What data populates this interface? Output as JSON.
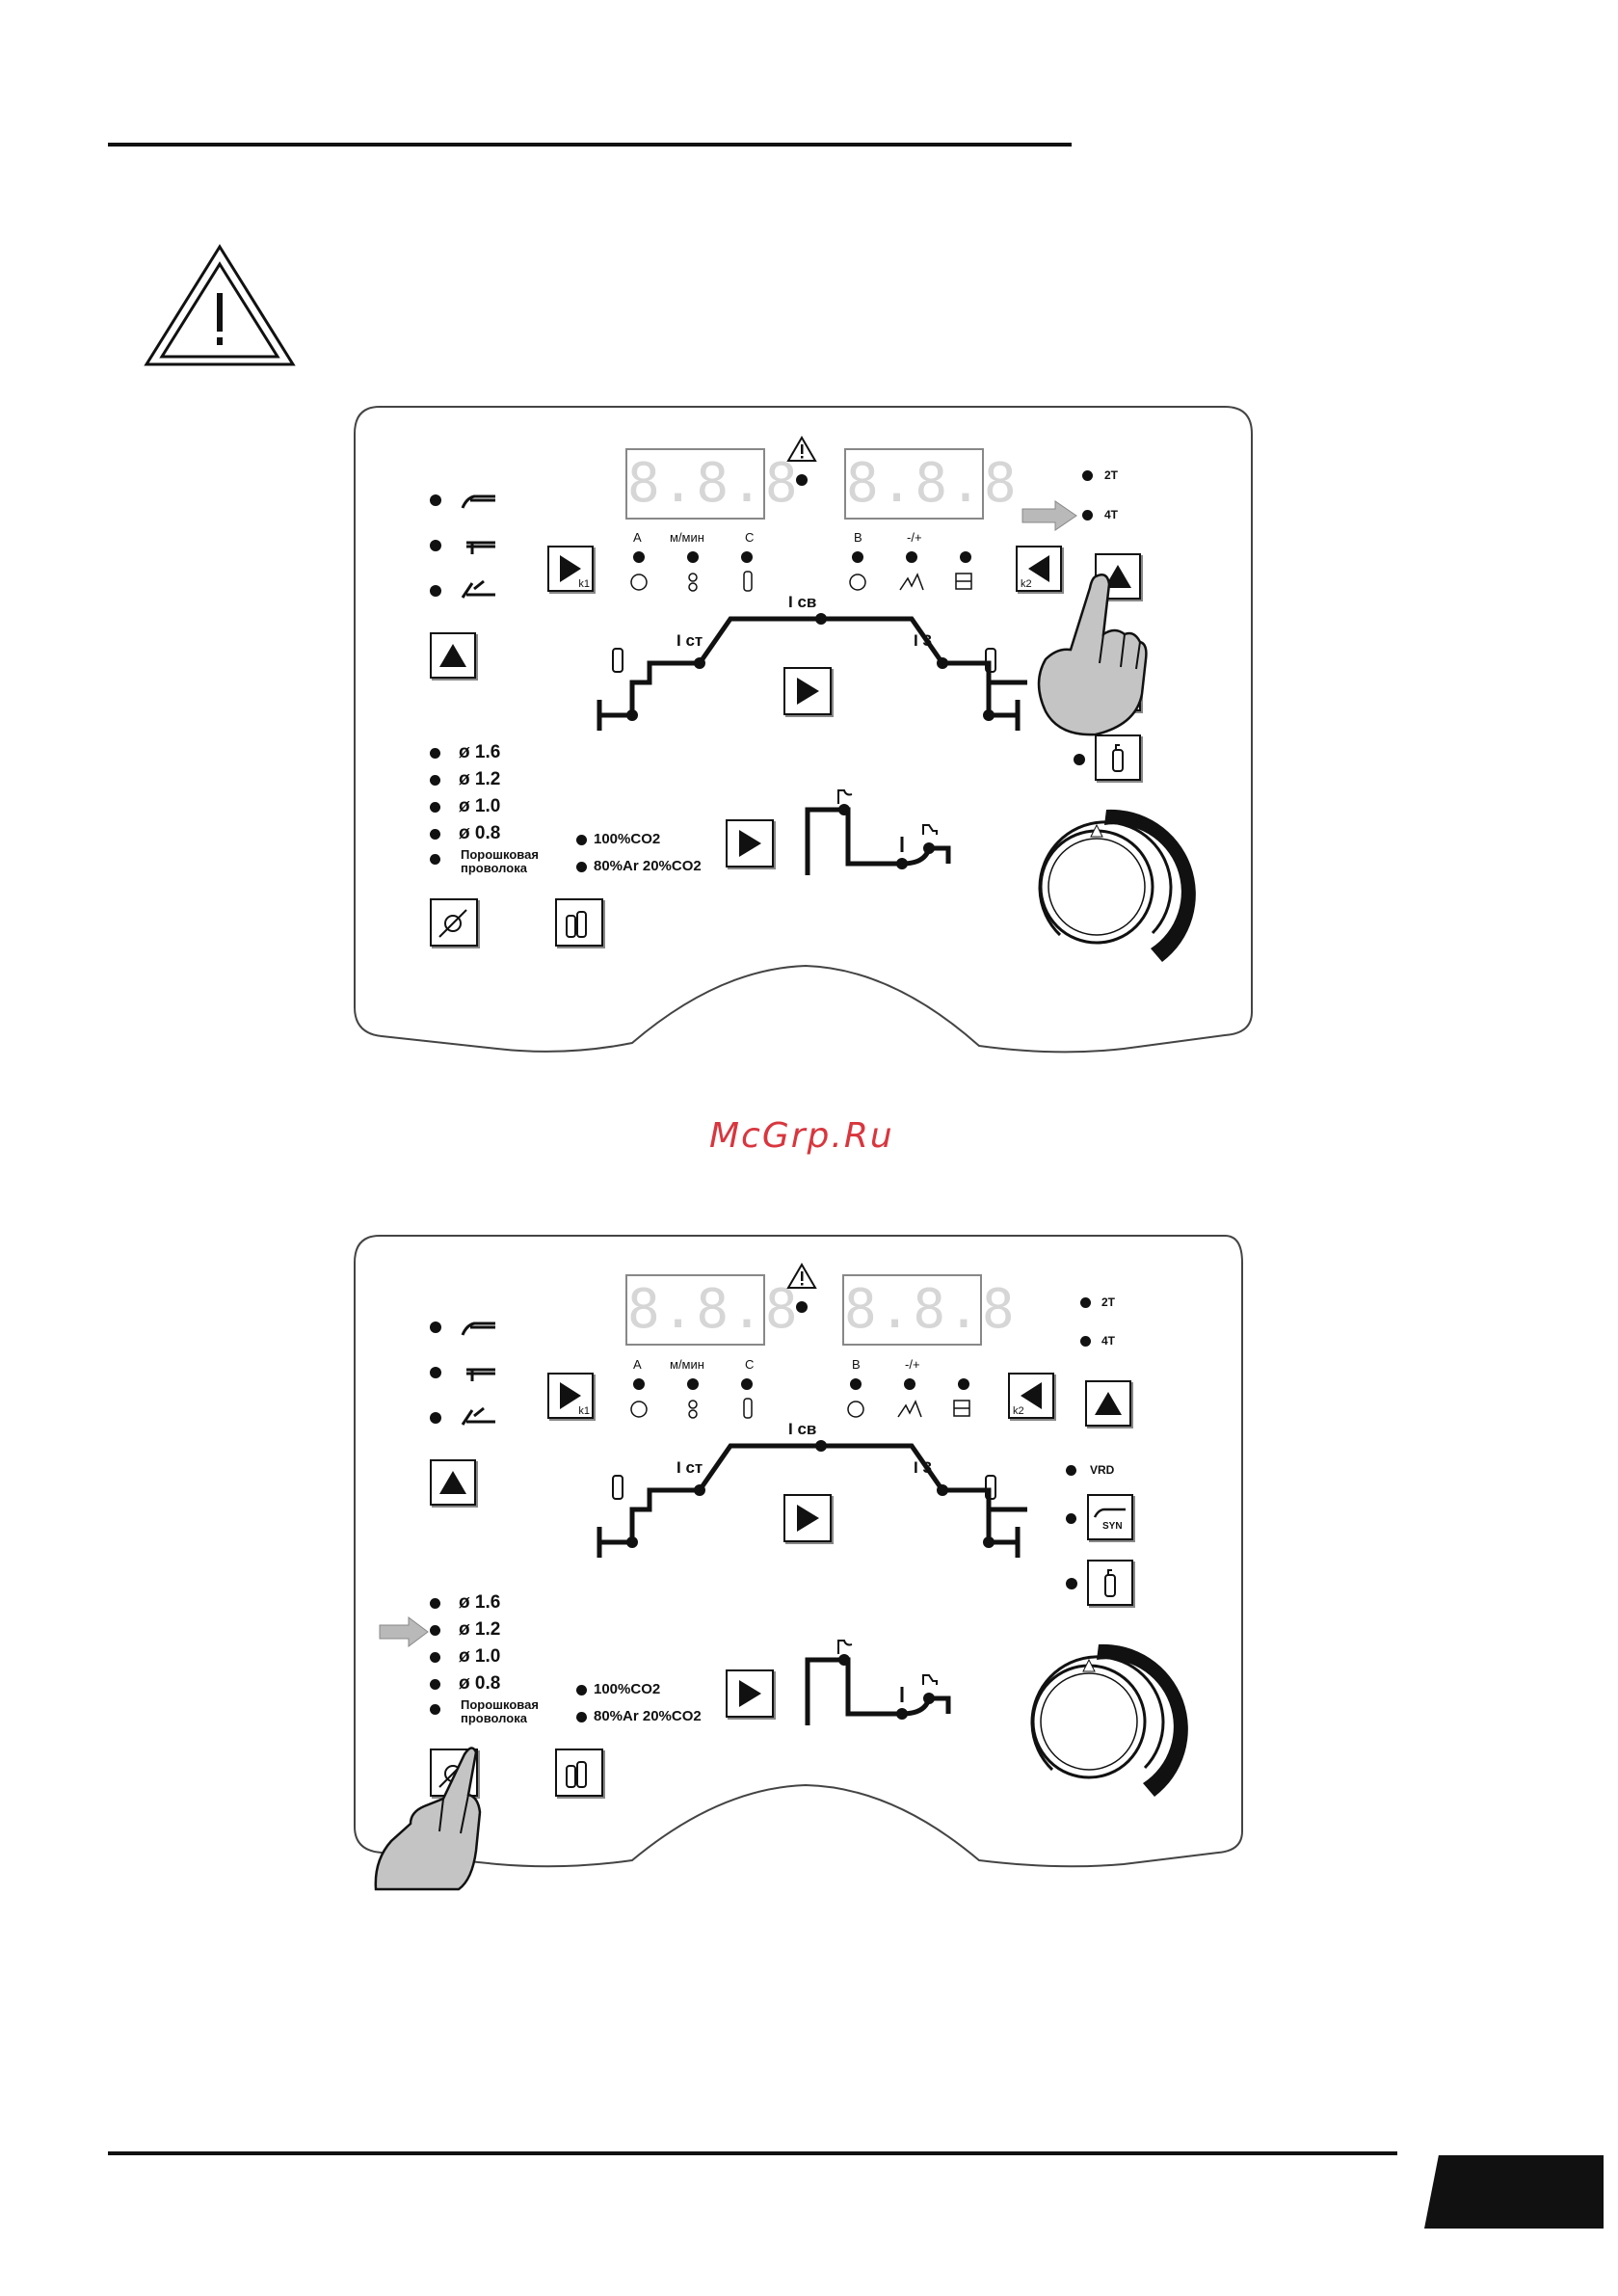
{
  "watermark": "McGrp.Ru",
  "page_number": "",
  "panel": {
    "displays": {
      "left_value": "8.8.8",
      "right_value": "8.8.8"
    },
    "left_param_labels": [
      "A",
      "м/мин",
      "С"
    ],
    "right_param_labels": [
      "В",
      "-/+",
      ""
    ],
    "k1_label": "k1",
    "k2_label": "k2",
    "curve_labels": {
      "i_start": "I ст",
      "i_weld": "I св",
      "i_end": "I 3"
    },
    "mode_2t": "2T",
    "mode_4t": "4T",
    "vrd": "VRD",
    "syn": "SYN",
    "wire_diameters": [
      "ø 1.6",
      "ø 1.2",
      "ø 1.0",
      "ø 0.8"
    ],
    "flux_wire": [
      "Порошковая",
      "проволока"
    ],
    "gases": [
      "100%CO2",
      "80%Ar 20%CO2"
    ]
  },
  "colors": {
    "ink": "#111111",
    "arrow": "#b9b9b9",
    "hand": "#c4c4c4",
    "watermark": "#d9363e",
    "led_off": "#d6d6d6"
  },
  "icons": [
    "warning-triangle-icon",
    "pointing-hand-icon",
    "gray-arrow-icon",
    "knob-icon",
    "gas-bottle-icon",
    "torch-icon",
    "wire-feed-icon"
  ]
}
